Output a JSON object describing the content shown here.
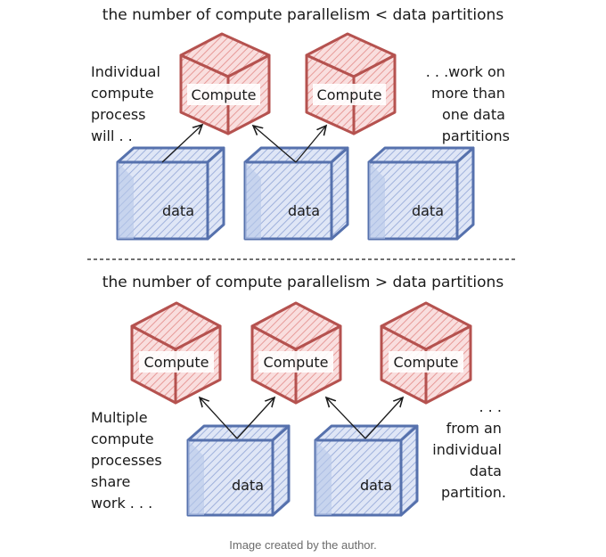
{
  "top": {
    "title": "the number of compute parallelism < data partitions",
    "compute_label": "Compute",
    "data_label": "data",
    "left_note": [
      "Individual",
      "compute",
      "process",
      "will . ."
    ],
    "right_note": [
      ". . .work on",
      "more than",
      "one data",
      "partitions"
    ]
  },
  "bottom": {
    "title": "the number of compute parallelism > data partitions",
    "compute_label": "Compute",
    "data_label": "data",
    "left_note": [
      "Multiple",
      "compute",
      "processes",
      "share",
      "work . . ."
    ],
    "right_note": [
      ". . .",
      "from an",
      "individual",
      "data",
      "partition."
    ]
  },
  "caption": "Image created by the author.",
  "colors": {
    "compute_fill": "#f4c9c9",
    "compute_stroke": "#b5524f",
    "data_fill": "#c7d4ee",
    "data_stroke": "#5671ad",
    "text": "#1a1a1a"
  }
}
